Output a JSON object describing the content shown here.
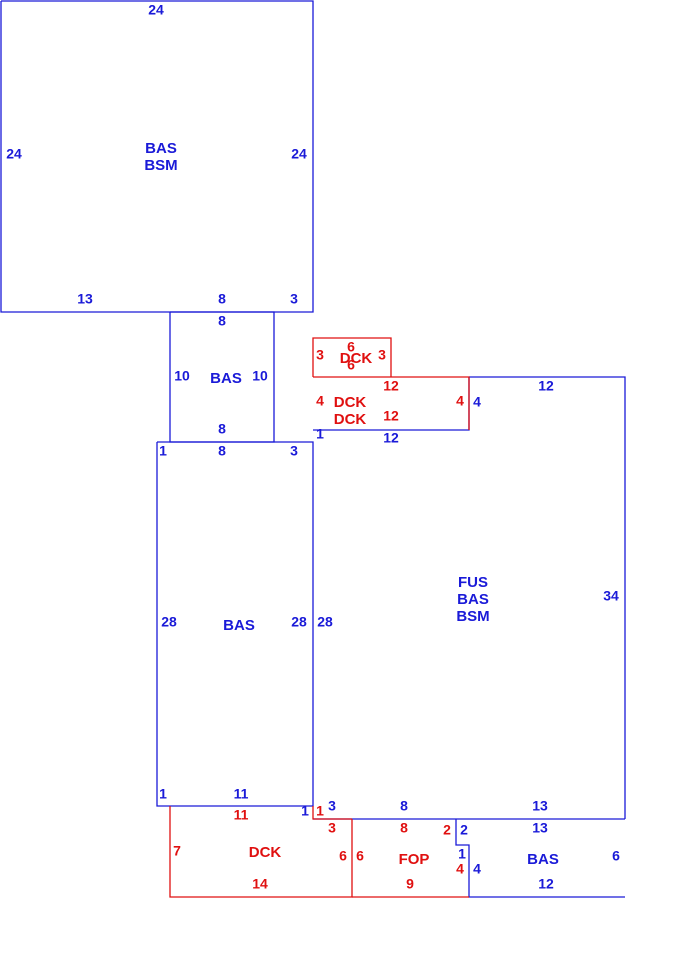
{
  "colors": {
    "living": "#1a1ad8",
    "exterior": "#e01010",
    "background": "#ffffff"
  },
  "areas": [
    {
      "id": "bas-bsm-top",
      "lines": [
        "BAS",
        "BSM"
      ],
      "color": "living"
    },
    {
      "id": "bas-connector",
      "lines": [
        "BAS"
      ],
      "color": "living"
    },
    {
      "id": "bas-left",
      "lines": [
        "BAS"
      ],
      "color": "living"
    },
    {
      "id": "fus-bas-bsm",
      "lines": [
        "FUS",
        "BAS",
        "BSM"
      ],
      "color": "living"
    },
    {
      "id": "bas-bottom-right",
      "lines": [
        "BAS"
      ],
      "color": "living"
    },
    {
      "id": "dck-small",
      "lines": [
        "DCK"
      ],
      "color": "exterior"
    },
    {
      "id": "dck-dck",
      "lines": [
        "DCK",
        "DCK"
      ],
      "color": "exterior"
    },
    {
      "id": "dck-bottom",
      "lines": [
        "DCK"
      ],
      "color": "exterior"
    },
    {
      "id": "fop",
      "lines": [
        "FOP"
      ],
      "color": "exterior"
    }
  ],
  "dimensions": [
    {
      "id": "top-24-top",
      "text": "24",
      "color": "living"
    },
    {
      "id": "top-24-left",
      "text": "24",
      "color": "living"
    },
    {
      "id": "top-24-right",
      "text": "24",
      "color": "living"
    },
    {
      "id": "top-13",
      "text": "13",
      "color": "living"
    },
    {
      "id": "top-8",
      "text": "8",
      "color": "living"
    },
    {
      "id": "top-3",
      "text": "3",
      "color": "living"
    },
    {
      "id": "conn-8-top",
      "text": "8",
      "color": "living"
    },
    {
      "id": "conn-10-left",
      "text": "10",
      "color": "living"
    },
    {
      "id": "conn-10-right",
      "text": "10",
      "color": "living"
    },
    {
      "id": "conn-8-bottom",
      "text": "8",
      "color": "living"
    },
    {
      "id": "left-1-top",
      "text": "1",
      "color": "living"
    },
    {
      "id": "left-8-top",
      "text": "8",
      "color": "living"
    },
    {
      "id": "left-3-top",
      "text": "3",
      "color": "living"
    },
    {
      "id": "left-28-left",
      "text": "28",
      "color": "living"
    },
    {
      "id": "left-28-right",
      "text": "28",
      "color": "living"
    },
    {
      "id": "left-1-bottom",
      "text": "1",
      "color": "living"
    },
    {
      "id": "left-11-bottom",
      "text": "11",
      "color": "living"
    },
    {
      "id": "left-1-corner",
      "text": "1",
      "color": "living"
    },
    {
      "id": "fus-28",
      "text": "28",
      "color": "living"
    },
    {
      "id": "fus-34",
      "text": "34",
      "color": "living"
    },
    {
      "id": "fus-12-top",
      "text": "12",
      "color": "living"
    },
    {
      "id": "fus-4",
      "text": "4",
      "color": "living"
    },
    {
      "id": "fus-1",
      "text": "1",
      "color": "living"
    },
    {
      "id": "fus-12-inner",
      "text": "12",
      "color": "living"
    },
    {
      "id": "fus-3-bottom",
      "text": "3",
      "color": "living"
    },
    {
      "id": "fus-8-bottom",
      "text": "8",
      "color": "living"
    },
    {
      "id": "fus-13-bottom",
      "text": "13",
      "color": "living"
    },
    {
      "id": "basbr-13-top",
      "text": "13",
      "color": "living"
    },
    {
      "id": "basbr-6",
      "text": "6",
      "color": "living"
    },
    {
      "id": "basbr-12",
      "text": "12",
      "color": "living"
    },
    {
      "id": "basbr-4",
      "text": "4",
      "color": "living"
    },
    {
      "id": "basbr-1",
      "text": "1",
      "color": "living"
    },
    {
      "id": "basbr-2",
      "text": "2",
      "color": "living"
    },
    {
      "id": "dcks-6-top",
      "text": "6",
      "color": "exterior"
    },
    {
      "id": "dcks-3-left",
      "text": "3",
      "color": "exterior"
    },
    {
      "id": "dcks-3-right",
      "text": "3",
      "color": "exterior"
    },
    {
      "id": "dcks-6-bottom",
      "text": "6",
      "color": "exterior"
    },
    {
      "id": "dckd-12-top",
      "text": "12",
      "color": "exterior"
    },
    {
      "id": "dckd-4-left",
      "text": "4",
      "color": "exterior"
    },
    {
      "id": "dckd-4-right",
      "text": "4",
      "color": "exterior"
    },
    {
      "id": "dckd-12-bottom",
      "text": "12",
      "color": "exterior"
    },
    {
      "id": "dckb-11",
      "text": "11",
      "color": "exterior"
    },
    {
      "id": "dckb-7",
      "text": "7",
      "color": "exterior"
    },
    {
      "id": "dckb-6",
      "text": "6",
      "color": "exterior"
    },
    {
      "id": "dckb-14",
      "text": "14",
      "color": "exterior"
    },
    {
      "id": "dckb-1",
      "text": "1",
      "color": "exterior"
    },
    {
      "id": "fop-3",
      "text": "3",
      "color": "exterior"
    },
    {
      "id": "fop-8",
      "text": "8",
      "color": "exterior"
    },
    {
      "id": "fop-2",
      "text": "2",
      "color": "exterior"
    },
    {
      "id": "fop-6",
      "text": "6",
      "color": "exterior"
    },
    {
      "id": "fop-9",
      "text": "9",
      "color": "exterior"
    },
    {
      "id": "fop-4",
      "text": "4",
      "color": "exterior"
    }
  ]
}
